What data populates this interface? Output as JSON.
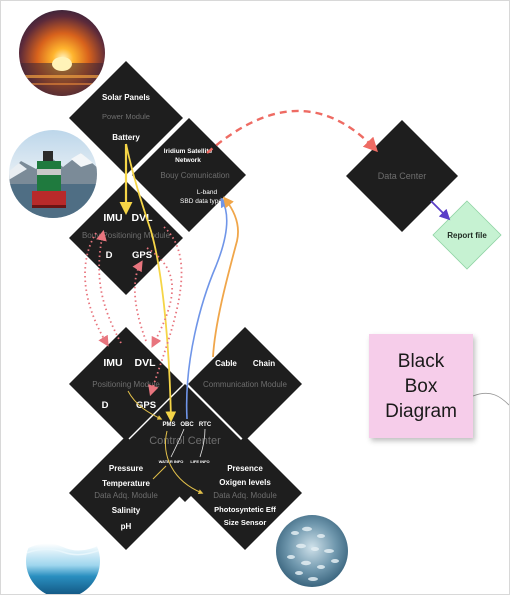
{
  "nodes": {
    "power": {
      "title": "Solar Panels",
      "module": "Power Module",
      "item": "Battery"
    },
    "buoy_comm": {
      "satellite": "Iridium Satellite",
      "network": "Network",
      "module": "Bouy Comunication",
      "band": "L-band",
      "data_type": "SBD data type"
    },
    "data_center": {
      "label": "Data Center"
    },
    "report": {
      "label": "Report file"
    },
    "buoy_pos": {
      "imu": "IMU",
      "dvl": "DVL",
      "module": "Bouy Positioning Module",
      "d": "D",
      "gps": "GPS"
    },
    "positioning": {
      "imu": "IMU",
      "dvl": "DVL",
      "module": "Positioning Module",
      "d": "D",
      "gps": "GPS"
    },
    "communication": {
      "cable": "Cable",
      "chain": "Chain",
      "module": "Communication Module"
    },
    "control": {
      "pms": "PMS",
      "obc": "OBC",
      "rtc": "RTC",
      "module": "Control Center",
      "water_info": "WATER INFO",
      "life_info": "LIFE INFO"
    },
    "data_acq_left": {
      "pressure": "Pressure",
      "temperature": "Temperature",
      "module": "Data Adq. Module",
      "salinity": "Salinity",
      "ph": "pH"
    },
    "data_acq_right": {
      "presence": "Presence",
      "oxygen": "Oxigen levels",
      "module": "Data Adq. Module",
      "photo": "Photosyntetic Eff",
      "size": "Size Sensor"
    }
  },
  "sticky_note": {
    "text": "Black\nBox\nDiagram",
    "color": "#f6cdea"
  },
  "colors": {
    "node_fill": "#1e1e1e",
    "report_fill": "#c6f2d2",
    "dashed_arrow": "#ee6b63",
    "dotted_arrow": "#e8757e",
    "battery_line": "#f5d547",
    "blue_line": "#6f95e8",
    "orange_line": "#f0a64a",
    "purple_arrow": "#5a3ec8"
  },
  "images": [
    "sunset-photo",
    "buoy-photo",
    "ocean-wave-photo",
    "fish-school-photo"
  ]
}
